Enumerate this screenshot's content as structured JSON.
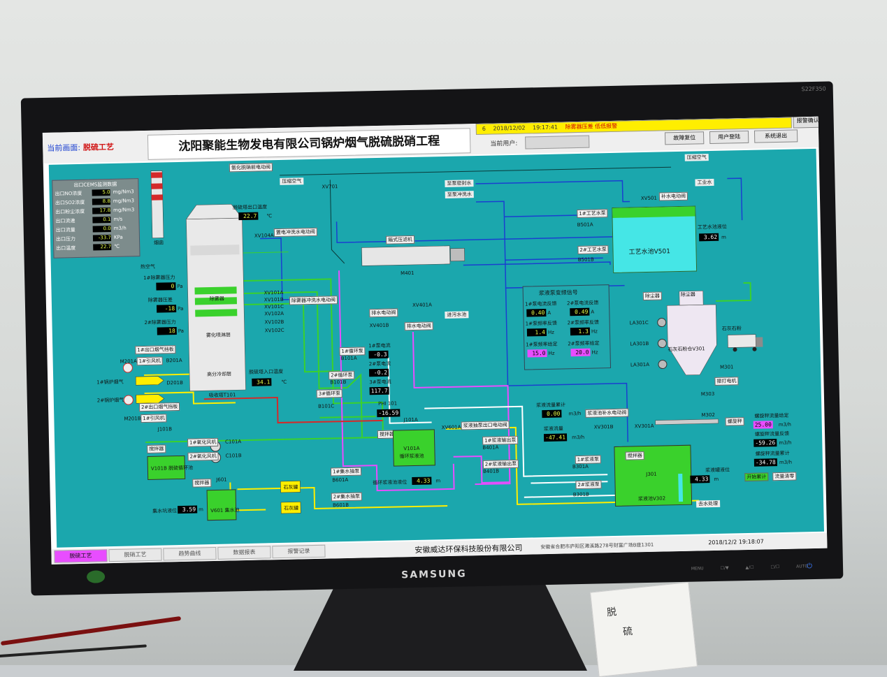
{
  "brand": "SAMSUNG",
  "model": "S22F350",
  "monitor_buttons": [
    "MENU",
    "☐/▼",
    "▲/☐",
    "☐/☐",
    "AUTO"
  ],
  "header": {
    "current_page_label": "当前画面:",
    "current_page_value": "脱硫工艺",
    "title": "沈阳聚能生物发电有限公司锅炉烟气脱硫脱硝工程",
    "alarm": {
      "index": "6",
      "date": "2018/12/02",
      "time": "19:17:41",
      "message": "除雾器压差 低低报警"
    },
    "ack_button": "报警确认",
    "current_user_label": "当前用户:",
    "buttons": {
      "fault_reset": "故障复位",
      "user_login": "用户登陆",
      "system_exit": "系统退出"
    }
  },
  "cems": {
    "title": "出口CEMS监测数据",
    "rows": [
      {
        "label": "出口NO浓度",
        "value": "5.0",
        "unit": "mg/Nm3"
      },
      {
        "label": "出口SO2浓度",
        "value": "8.8",
        "unit": "mg/Nm3"
      },
      {
        "label": "出口粉尘浓度",
        "value": "17.8",
        "unit": "mg/Nm3"
      },
      {
        "label": "出口流速",
        "value": "0.1",
        "unit": "m/s"
      },
      {
        "label": "出口流量",
        "value": "0.0",
        "unit": "m3/h"
      },
      {
        "label": "出口压力",
        "value": "-33.7",
        "unit": "KPa"
      },
      {
        "label": "出口温度",
        "value": "22.7",
        "unit": "℃"
      }
    ]
  },
  "chimney_label": "烟囱",
  "outlet_temp": {
    "label": "脱硫塔出口温度",
    "value": "22.7",
    "unit": "℃"
  },
  "inlet_temp": {
    "label": "脱硫塔入口温度",
    "value": "34.1",
    "unit": "℃"
  },
  "compressed_air": "压缩空气",
  "compressed_air_right": "压缩空气",
  "xv701": "XV701",
  "xv104a": "XV104A",
  "valve_xv104a_tag": "氨化脱硝前电动阀",
  "demister_valve_tag": "除雾器冲洗电动阀",
  "valve_tag_xv104a_right": "置电冲洗水电动阀",
  "demister": {
    "hot_air": "热空气",
    "p1_label": "1#除雾器压力",
    "p1_value": "0",
    "p1_unit": "Pa",
    "dp_label": "除雾器压差",
    "dp_value": "-18",
    "dp_unit": "Pa",
    "p2_label": "2#除雾器压力",
    "p2_value": "18",
    "p2_unit": "Pa",
    "demister_name": "除雾器",
    "spray_name": "雾化喷淋层",
    "cooling_name": "高分冷却层",
    "tower_name": "吸收塔T101"
  },
  "valves_tower": [
    "XV101A",
    "XV101B",
    "XV101C",
    "XV102A",
    "XV102B",
    "XV102C"
  ],
  "demister_wash_valve": "除雾器冲洗水电动阀",
  "fans": {
    "m201a": "M201A",
    "b201a": "B201A",
    "d201b": "D201B",
    "m201b": "M201B",
    "boiler1": "1#锅炉烟气",
    "boiler2": "2#锅炉烟气",
    "fan1_tag": "1#出口烟气挡板",
    "fan1_run": "1#引风机",
    "fan2_tag": "2#出口烟气挡板",
    "fan2_run": "1#引风机"
  },
  "oxidation": {
    "j101b": "J101B",
    "c101a": "C101A",
    "c101b": "C101B",
    "fan_a": "1#氧化风机",
    "fan_b": "2#氧化风机",
    "tank": "V101B 脱硫循环池",
    "mixer": "搅拌器"
  },
  "pumps_circ": {
    "b101a": "B101A",
    "b101b": "B101B",
    "b101c": "B101C",
    "tag_a": "1#循环泵",
    "tag_b": "2#循环泵",
    "tag_c": "3#循环泵",
    "cur1_label": "1#泵电流",
    "cur1": "-0.3",
    "cur2_label": "2#泵电流",
    "cur2": "-0.2",
    "cur3_label": "3#泵电流",
    "cur3": "117.7",
    "ph_label": "PHI 101",
    "ph": "-16.59"
  },
  "filter_press": {
    "tag": "箱式压滤机",
    "id": "M401"
  },
  "discharge": {
    "xv401a": "XV401A",
    "xv401b": "XV401B",
    "valve_a": "排水电动阀",
    "valve_b": "排水电动阀",
    "to": "进污水池"
  },
  "circ_tank": {
    "id": "J101A",
    "name": "V101A",
    "desc": "循环浆液池",
    "level_label": "循环浆液池液位",
    "level": "4.33",
    "unit": "m",
    "mixer": "搅拌器"
  },
  "slurry_transfer": {
    "xv601a": "XV601A",
    "valve": "浆液抽泵出口电动阀",
    "b401a": "B401A",
    "b401b": "B401B",
    "tag_a": "1#浆液输出泵",
    "tag_b": "2#浆液输出泵"
  },
  "seal_water": "至泵密封水",
  "wash_water": "至泵冲洗水",
  "industrial_water": "工业水",
  "process_water": {
    "xv501": "XV501",
    "valve": "补水电动阀",
    "b501a": "B501A",
    "b501b": "B501B",
    "pump_a": "1#工艺水泵",
    "pump_b": "2#工艺水泵",
    "tank": "工艺水池V501",
    "level_label": "工艺水池液位",
    "level": "3.62",
    "unit": "m"
  },
  "vfd": {
    "title": "浆液泵变频信号",
    "i1_label": "1#泵电流反馈",
    "i1": "0.40",
    "i1_unit": "A",
    "i2_label": "2#泵电流反馈",
    "i2": "0.49",
    "i2_unit": "A",
    "f1_label": "1#泵频率反馈",
    "f1": "1.4",
    "f1_unit": "Hz",
    "f2_label": "2#泵频率反馈",
    "f2": "1.3",
    "f2_unit": "Hz",
    "s1_label": "1#泵频率给定",
    "s1": "15.0",
    "s1_unit": "Hz",
    "s2_label": "2#泵频率给定",
    "s2": "20.0",
    "s2_unit": "Hz"
  },
  "lime_silo": {
    "dust": "除尘器",
    "dust_tag": "除尘器",
    "name": "石灰石粉仓V301",
    "truck": "石灰石粉",
    "la301c": "LA301C",
    "la301b": "LA301B",
    "la301a": "LA301A",
    "m301": "M301",
    "vibrator": "振打电机",
    "m303": "M303",
    "m302": "M302",
    "screw": "螺旋秤"
  },
  "slurry_flow": {
    "total_label": "浆液流量累计",
    "total": "0.00",
    "total_unit": "m3/h",
    "flow_label": "浆液流量",
    "flow": "-47.41",
    "flow_unit": "m3/h",
    "valve": "浆液池补水电动阀",
    "xv301b": "XV301B",
    "xv301a": "XV301A"
  },
  "slurry_tank": {
    "mixer": "搅拌器",
    "id": "J301",
    "name": "浆液池V302",
    "level_label": "浆液罐液位",
    "level": "4.33",
    "unit": "m",
    "b301a": "B301A",
    "b301b": "B301B",
    "pump_a": "1#浆液泵",
    "pump_b": "2#浆液泵",
    "to": "去水处理"
  },
  "screw_scale": {
    "set_label": "螺旋秤流量给定",
    "set": "25.00",
    "set_unit": "m3/h",
    "fb_label": "螺旋秤流量反馈",
    "fb": "-59.26",
    "fb_unit": "m3/h",
    "tot_label": "螺旋秤流量累计",
    "tot": "-34.78",
    "tot_unit": "m3/h",
    "btn_start": "开始累计",
    "btn_clear": "流量清零"
  },
  "collect": {
    "j601": "J601",
    "tank": "V601 集水池",
    "mixer": "搅拌器",
    "b601a": "B601A",
    "b601b": "B601B",
    "pump_a": "1#集水抽泵",
    "pump_b": "2#集水抽泵",
    "level_label": "集水坑液位",
    "level": "3.59",
    "unit": "m",
    "vessel1": "石灰罐",
    "vessel2": "石灰罐"
  },
  "nav": {
    "tabs": [
      "脱硫工艺",
      "脱硝工艺",
      "趋势曲线",
      "数据报表",
      "报警记录"
    ],
    "active": 0,
    "company": "安徽威达环保科技股份有限公司",
    "address": "安徽省合肥市庐阳区濉溪路278号财富广场B座1301",
    "datetime": "2018/12/2  19:18:07"
  },
  "colors": {
    "bg": "#1ba7ad",
    "green": "#3ad12c",
    "yellow": "#ffee00",
    "magenta": "#e84dff",
    "blue": "#1a3fd0",
    "red": "#d42a2a"
  }
}
